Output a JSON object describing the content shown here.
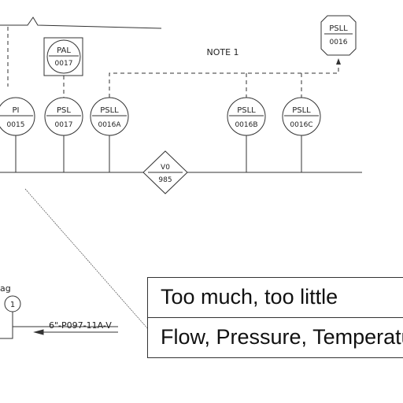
{
  "instruments": {
    "pal_0017": {
      "tag": "PAL",
      "num": "0017"
    },
    "psll_0016": {
      "tag": "PSLL",
      "num": "0016"
    },
    "pi_0015": {
      "tag": "PI",
      "num": "0015"
    },
    "psl_0017": {
      "tag": "PSL",
      "num": "0017"
    },
    "psll_0016a": {
      "tag": "PSLL",
      "num": "0016A"
    },
    "psll_0016b": {
      "tag": "PSLL",
      "num": "0016B"
    },
    "psll_0016c": {
      "tag": "PSLL",
      "num": "0016C"
    },
    "valve": {
      "tag": "V0",
      "num": "985"
    },
    "balloon": {
      "num": "1"
    }
  },
  "labels": {
    "note": "NOTE 1",
    "partial_tag": "ag",
    "line_spec": "6\"-P097-11A-V"
  },
  "overlay": {
    "row1": "Too much, too little",
    "row2": "Flow, Pressure, Temperature"
  }
}
